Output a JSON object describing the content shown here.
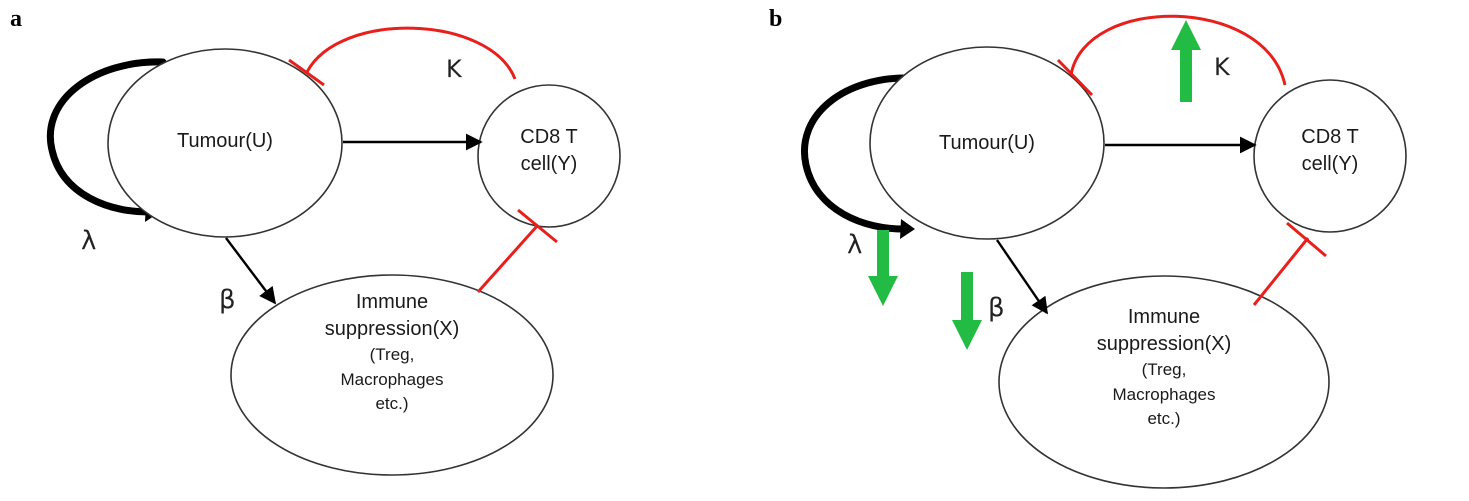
{
  "panels": [
    {
      "label": "a",
      "nodes": {
        "tumour": "Tumour(U)",
        "cd8_line1": "CD8 T",
        "cd8_line2": "cell(Y)",
        "immune_line1": "Immune",
        "immune_line2": "suppression(X)",
        "immune_sub1": "(Treg,",
        "immune_sub2": "Macrophages",
        "immune_sub3": "etc.)"
      },
      "params": {
        "lambda": "λ",
        "beta": "β",
        "kappa": "Κ"
      }
    },
    {
      "label": "b",
      "nodes": {
        "tumour": "Tumour(U)",
        "cd8_line1": "CD8 T",
        "cd8_line2": "cell(Y)",
        "immune_line1": "Immune",
        "immune_line2": "suppression(X)",
        "immune_sub1": "(Treg,",
        "immune_sub2": "Macrophages",
        "immune_sub3": "etc.)"
      },
      "params": {
        "lambda": "λ",
        "beta": "β",
        "kappa": "Κ"
      },
      "changes": {
        "lambda": "decrease",
        "beta": "decrease",
        "kappa": "increase"
      }
    }
  ],
  "colors": {
    "activation": "#000000",
    "inhibition": "#e8201c",
    "change_arrow": "#22bb44"
  }
}
